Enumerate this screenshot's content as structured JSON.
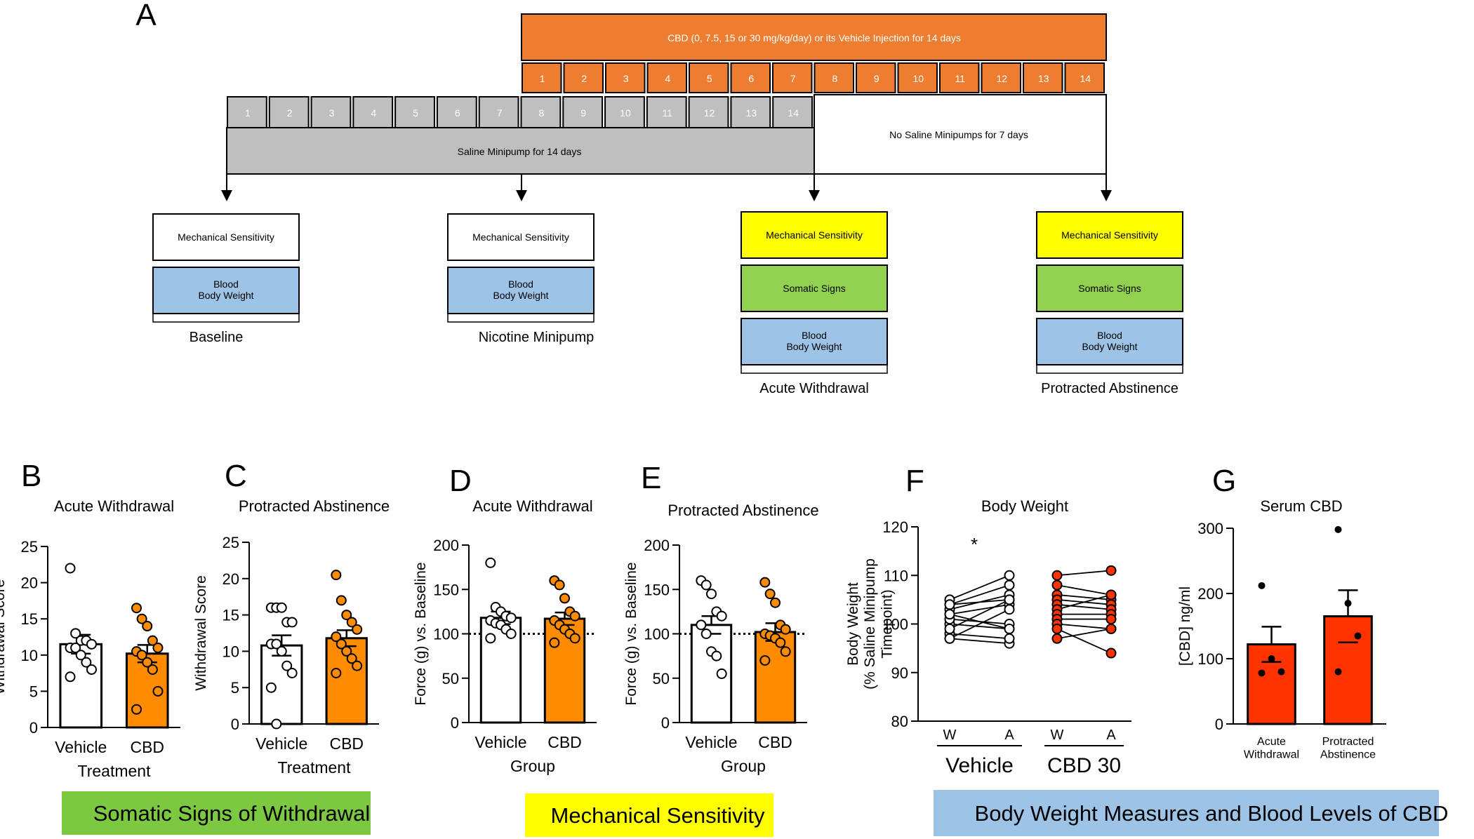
{
  "panel_a": {
    "letter": "A",
    "colors": {
      "orange": "#ed7d31",
      "gray": "#bfbfbf",
      "yellow": "#ffff00",
      "green": "#92d050",
      "blue": "#9dc3e6",
      "white": "#ffffff"
    },
    "cbd_label": "CBD (0, 7.5, 15 or 30 mg/kg/day) or its Vehicle Injection for 14 days",
    "cbd_days": [
      "1",
      "2",
      "3",
      "4",
      "5",
      "6",
      "7",
      "8",
      "9",
      "10",
      "11",
      "12",
      "13",
      "14"
    ],
    "saline_days": [
      "1",
      "2",
      "3",
      "4",
      "5",
      "6",
      "7",
      "8",
      "9",
      "10",
      "11",
      "12",
      "13",
      "14"
    ],
    "saline_label": "Saline Minipump for 14 days",
    "no_saline_label": "No Saline Minipumps for 7 days",
    "timepoints": [
      {
        "label": "Baseline",
        "boxes": [
          {
            "text": "Mechanical Sensitivity",
            "color": "white"
          },
          {
            "text": "Blood\nBody Weight",
            "color": "blue"
          }
        ]
      },
      {
        "label": "Nicotine Minipump",
        "boxes": [
          {
            "text": "Mechanical Sensitivity",
            "color": "white"
          },
          {
            "text": "Blood\nBody Weight",
            "color": "blue"
          }
        ]
      },
      {
        "label": "Acute Withdrawal",
        "boxes": [
          {
            "text": "Mechanical Sensitivity",
            "color": "yellow"
          },
          {
            "text": "Somatic Signs",
            "color": "green"
          },
          {
            "text": "Blood\nBody Weight",
            "color": "blue"
          }
        ]
      },
      {
        "label": "Protracted Abstinence",
        "boxes": [
          {
            "text": "Mechanical Sensitivity",
            "color": "yellow"
          },
          {
            "text": "Somatic Signs",
            "color": "green"
          },
          {
            "text": "Blood\nBody Weight",
            "color": "blue"
          }
        ]
      }
    ]
  },
  "section_banners": [
    {
      "text": "Somatic Signs of Withdrawal",
      "color": "#7cc840"
    },
    {
      "text": "Mechanical Sensitivity",
      "color": "#ffff00"
    },
    {
      "text": "Body Weight Measures  and Blood Levels of CBD",
      "color": "#9dc3e6"
    }
  ],
  "chart_data": [
    {
      "panel": "B",
      "type": "bar",
      "title": "Acute Withdrawal",
      "ylabel": "Withdrawal Score",
      "xlabel": "Treatment",
      "ylim": [
        0,
        25
      ],
      "yticks": [
        0,
        5,
        10,
        15,
        20,
        25
      ],
      "categories": [
        "Vehicle",
        "CBD"
      ],
      "values": [
        11.5,
        10.2
      ],
      "sem": [
        1.3,
        1.2
      ],
      "bar_colors": [
        "#ffffff",
        "#ff8c00"
      ],
      "points": [
        [
          22,
          13,
          12,
          12,
          11.5,
          11,
          11,
          10,
          9,
          8,
          7
        ],
        [
          16.5,
          15,
          14,
          12,
          11,
          10.5,
          10,
          9,
          8,
          5,
          2.5
        ]
      ]
    },
    {
      "panel": "C",
      "type": "bar",
      "title": "Protracted Abstinence",
      "ylabel": "Withdrawal Score",
      "xlabel": "Treatment",
      "ylim": [
        0,
        25
      ],
      "yticks": [
        0,
        5,
        10,
        15,
        20,
        25
      ],
      "categories": [
        "Vehicle",
        "CBD"
      ],
      "values": [
        10.8,
        11.8
      ],
      "sem": [
        1.4,
        1.1
      ],
      "bar_colors": [
        "#ffffff",
        "#ff8c00"
      ],
      "points": [
        [
          16,
          16,
          16,
          14,
          14,
          11,
          11,
          10,
          8,
          7,
          5,
          0
        ],
        [
          20.5,
          17,
          15,
          14,
          13,
          12,
          11,
          10,
          9,
          8,
          7
        ]
      ]
    },
    {
      "panel": "D",
      "type": "bar",
      "title": "Acute Withdrawal",
      "ylabel": "Force (g) vs. Baseline",
      "xlabel": "Group",
      "ylim": [
        0,
        200
      ],
      "yticks": [
        0,
        50,
        100,
        150,
        200
      ],
      "reference_line": 100,
      "categories": [
        "Vehicle",
        "CBD"
      ],
      "values": [
        118,
        117
      ],
      "sem": [
        7,
        7
      ],
      "bar_colors": [
        "#ffffff",
        "#ff8c00"
      ],
      "points": [
        [
          180,
          130,
          125,
          120,
          118,
          115,
          112,
          110,
          105,
          100,
          95
        ],
        [
          160,
          155,
          140,
          125,
          120,
          115,
          110,
          105,
          100,
          95,
          90
        ]
      ]
    },
    {
      "panel": "E",
      "type": "bar",
      "title": "Protracted Abstinence",
      "ylabel": "Force (g) vs. Baseline",
      "xlabel": "Group",
      "ylim": [
        0,
        200
      ],
      "yticks": [
        0,
        50,
        100,
        150,
        200
      ],
      "reference_line": 100,
      "categories": [
        "Vehicle",
        "CBD"
      ],
      "values": [
        110,
        102
      ],
      "sem": [
        10,
        10
      ],
      "bar_colors": [
        "#ffffff",
        "#ff8c00"
      ],
      "points": [
        [
          160,
          155,
          145,
          125,
          120,
          110,
          100,
          80,
          75,
          55
        ],
        [
          158,
          145,
          135,
          110,
          105,
          100,
          98,
          95,
          90,
          80,
          70
        ]
      ]
    },
    {
      "panel": "F",
      "type": "line",
      "title": "Body Weight",
      "ylabel": "Body Weight\n(% Saline Minipump\nTimepoint)",
      "ylim": [
        80,
        120
      ],
      "yticks": [
        80,
        90,
        100,
        110,
        120
      ],
      "x": [
        "W",
        "A"
      ],
      "groups": [
        "Vehicle",
        "CBD 30"
      ],
      "annotation": "*",
      "series": [
        {
          "group": "Vehicle",
          "color": "#ffffff",
          "pairs": [
            [
              97,
              96
            ],
            [
              98,
              97
            ],
            [
              100,
              99
            ],
            [
              101,
              100
            ],
            [
              102,
              104
            ],
            [
              103,
              106
            ],
            [
              104,
              108
            ],
            [
              105,
              110
            ],
            [
              104,
              105
            ],
            [
              99,
              105
            ],
            [
              97,
              103
            ],
            [
              102,
              99
            ]
          ]
        },
        {
          "group": "CBD 30",
          "color": "#ff3300",
          "pairs": [
            [
              110,
              111
            ],
            [
              108,
              106
            ],
            [
              106,
              105
            ],
            [
              105,
              104
            ],
            [
              104,
              103
            ],
            [
              103,
              106
            ],
            [
              102,
              102
            ],
            [
              101,
              101
            ],
            [
              100,
              99
            ],
            [
              99,
              94
            ],
            [
              97,
              99
            ]
          ]
        }
      ]
    },
    {
      "panel": "G",
      "type": "bar",
      "title": "Serum CBD",
      "ylabel": "[CBD] ng/ml",
      "ylim": [
        0,
        300
      ],
      "yticks": [
        0,
        100,
        200,
        300
      ],
      "categories": [
        "Acute\nWithdrawal",
        "Protracted\nAbstinence"
      ],
      "values": [
        122,
        165
      ],
      "sem": [
        27,
        40
      ],
      "bar_colors": [
        "#ff3300",
        "#ff3300"
      ],
      "points": [
        [
          212,
          100,
          80,
          78
        ],
        [
          298,
          185,
          135,
          80
        ]
      ]
    }
  ]
}
